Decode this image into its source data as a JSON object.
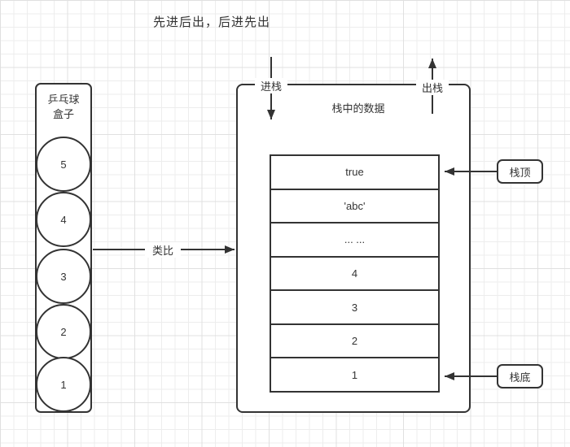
{
  "title": "先进后出，后进先出",
  "pingpong": {
    "label_line1": "乒乓球",
    "label_line2": "盒子",
    "balls": [
      "5",
      "4",
      "3",
      "2",
      "1"
    ]
  },
  "analogy_label": "类比",
  "stack": {
    "push_label": "进栈",
    "pop_label": "出栈",
    "header": "栈中的数据",
    "cells": [
      "true",
      "'abc'",
      "... ...",
      "4",
      "3",
      "2",
      "1"
    ],
    "top_tag": "栈顶",
    "bottom_tag": "栈底"
  },
  "colors": {
    "line": "#333333",
    "text": "#333333",
    "grid_minor": "#ededed",
    "grid_major": "#e0e0e0",
    "background": "#ffffff"
  }
}
